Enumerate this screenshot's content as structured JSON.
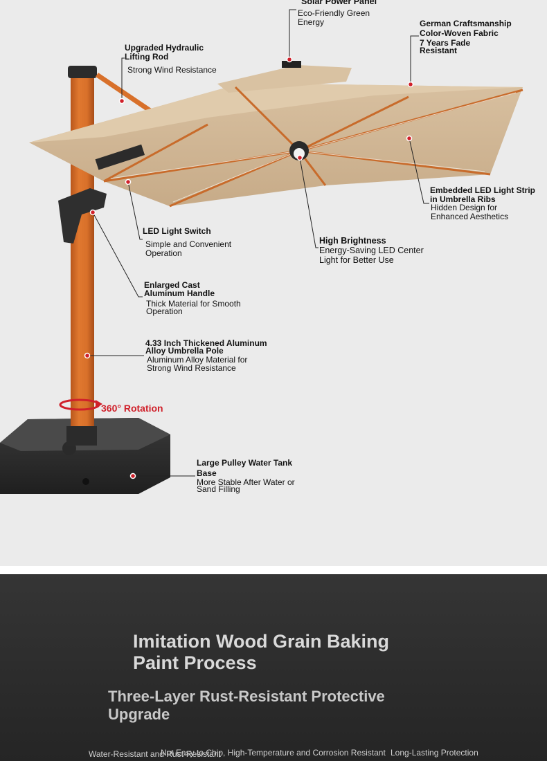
{
  "callouts": {
    "solar_title": "Solar Power Panel",
    "solar_desc": [
      "Eco-Friendly Green",
      "Energy"
    ],
    "fabric_title": [
      "German Craftsmanship",
      "Color-Woven Fabric",
      "7 Years Fade",
      "Resistant"
    ],
    "hydraulic_title": [
      "Upgraded Hydraulic",
      "Lifting Rod"
    ],
    "hydraulic_desc": "Strong Wind Resistance",
    "led_strip_title": [
      "Embedded LED Light Strip",
      "in Umbrella Ribs"
    ],
    "led_strip_desc": [
      "Hidden Design for",
      "Enhanced Aesthetics"
    ],
    "led_switch_title": "LED Light Switch",
    "led_switch_desc": [
      "Simple and Convenient",
      "Operation"
    ],
    "center_light_title": "High Brightness",
    "center_light_desc": [
      "Energy-Saving LED Center",
      "Light for Better Use"
    ],
    "handle_title": [
      "Enlarged Cast",
      "Aluminum Handle"
    ],
    "handle_desc": [
      "Thick Material for Smooth",
      "Operation"
    ],
    "pole_title": [
      "4.33 Inch Thickened Aluminum",
      "Alloy Umbrella Pole"
    ],
    "pole_desc": [
      "Aluminum Alloy Material for",
      "Strong Wind Resistance"
    ],
    "rotation": "360° Rotation",
    "base_title": [
      "Large Pulley Water Tank",
      "Base"
    ],
    "base_desc": [
      "More Stable After Water or",
      "Sand Filling"
    ]
  },
  "bottom": {
    "heading": [
      "Imitation Wood Grain Baking",
      "Paint Process"
    ],
    "subheading": [
      "Three-Layer Rust-Resistant Protective",
      "Upgrade"
    ],
    "features": [
      "Water-Resistant and Rust-Resistant",
      "Not Easy to Chip, High-Temperature and Corrosion Resistant",
      "Long-Lasting Protection"
    ]
  },
  "colors": {
    "canopy": "#cfb595",
    "pole": "#d8702a",
    "accent_red": "#d0202a",
    "dark_band": "#2e2e2e"
  }
}
